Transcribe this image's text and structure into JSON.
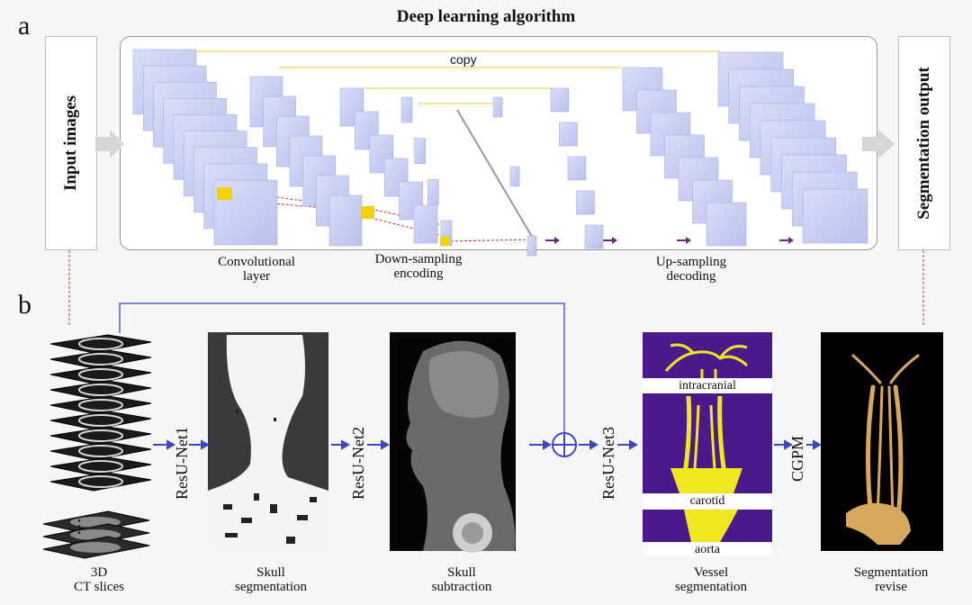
{
  "panel_a": {
    "letter": "a",
    "title": "Deep learning algorithm",
    "input_label": "Input images",
    "output_label": "Segmentation output",
    "copy_label": "copy",
    "captions": {
      "conv": [
        "Convolutional",
        "layer"
      ],
      "down": [
        "Down-sampling",
        "encoding"
      ],
      "up": [
        "Up-sampling",
        "decoding"
      ]
    }
  },
  "panel_b": {
    "letter": "b",
    "nets": [
      "ResU-Net1",
      "ResU-Net2",
      "ResU-Net3",
      "CGPM"
    ],
    "vessel_labels": [
      "intracranial",
      "carotid",
      "aorta"
    ],
    "captions": {
      "ct": [
        "3D",
        "CT slices"
      ],
      "skull_seg": [
        "Skull",
        "segmentation"
      ],
      "skull_sub": [
        "Skull",
        "subtraction"
      ],
      "vessel": [
        "Vessel",
        "segmentation"
      ],
      "revise": [
        "Segmentation",
        "revise"
      ]
    },
    "ellipsis": "⋮"
  },
  "colors": {
    "feature_map": "#c3c9f0",
    "arrow_blue": "#3a48c8",
    "dashed_red": "#d93030",
    "vessel_bg": "#4a1a8c",
    "vessel": "#f1e620",
    "revise_vessel": "#d9a860"
  }
}
